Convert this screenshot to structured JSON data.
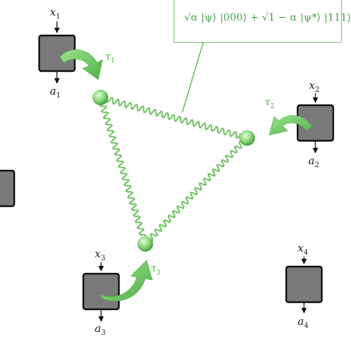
{
  "equation": "√α |ψ⟩ |000⟩ + √1 − α |ψ*⟩ |111⟩",
  "parties": [
    {
      "id": "1",
      "input_label": "x",
      "input_sub": "1",
      "output_label": "a",
      "output_sub": "1",
      "tau_sub": "1"
    },
    {
      "id": "2",
      "input_label": "x",
      "input_sub": "2",
      "output_label": "a",
      "output_sub": "2",
      "tau_sub": "2"
    },
    {
      "id": "3",
      "input_label": "x",
      "input_sub": "3",
      "output_label": "a",
      "output_sub": "3",
      "tau_sub": "3"
    },
    {
      "id": "4",
      "input_label": "x",
      "input_sub": "4",
      "output_label": "a",
      "output_sub": "4"
    }
  ],
  "tau_symbol": "τ",
  "colors": {
    "box_fill": "#7a7a7a",
    "box_stroke": "#111111",
    "green": "#6cc35f",
    "green_dark": "#3f9d3f",
    "node_light": "#c8efb8",
    "node_dark": "#4fae45"
  },
  "icons": [
    "curved-arrow-icon",
    "down-arrow-icon",
    "wavy-link-icon"
  ]
}
